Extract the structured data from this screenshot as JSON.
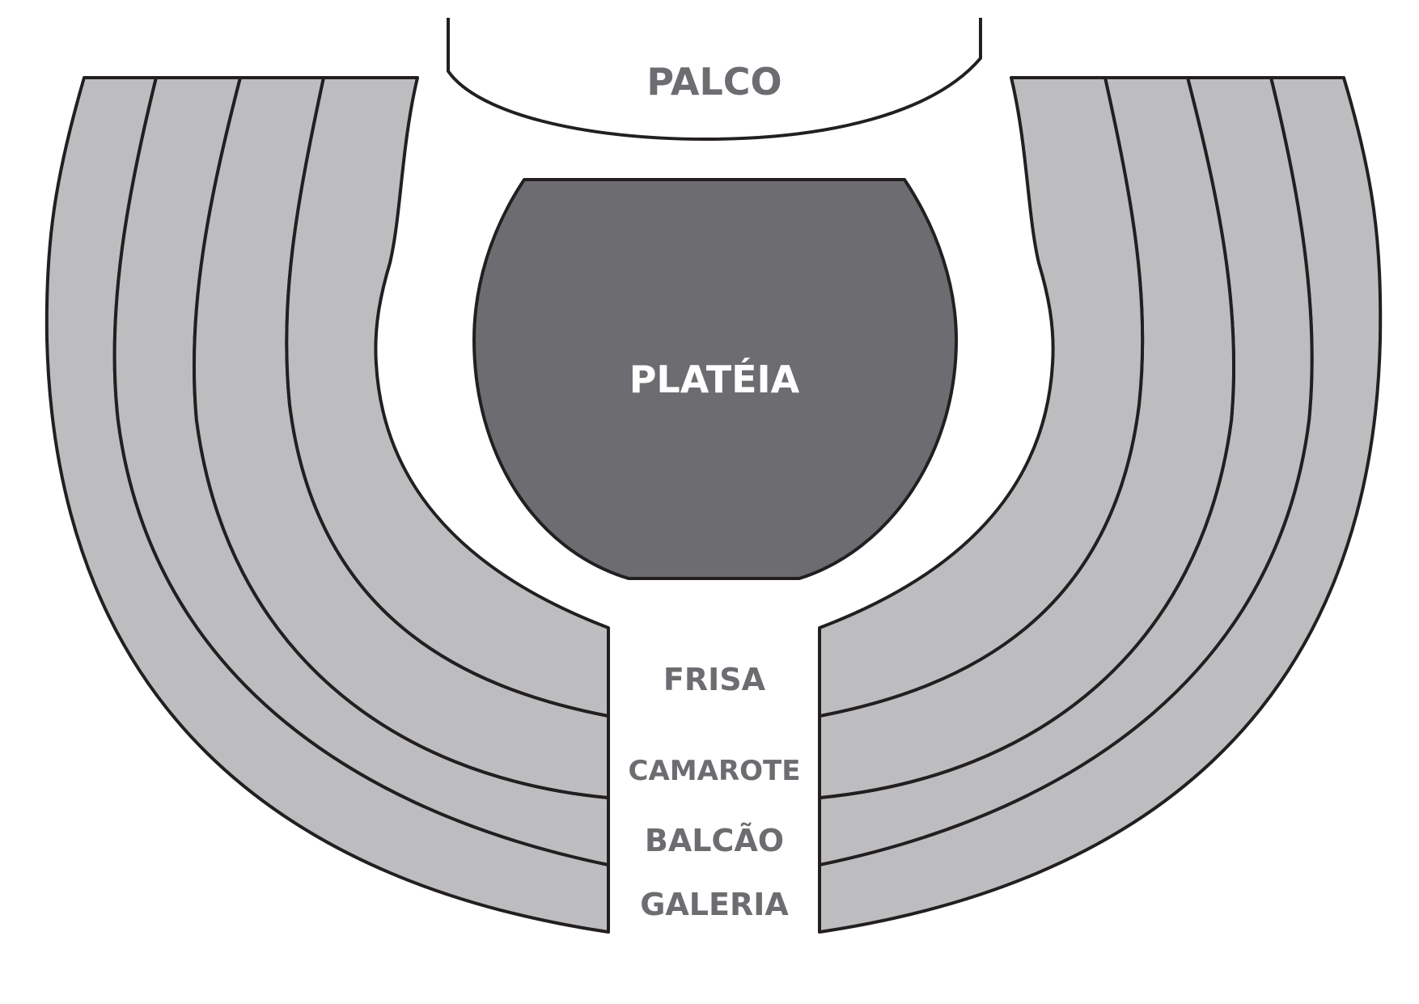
{
  "sections": {
    "palco": "PALCO",
    "plateia": "PLATÉIA",
    "frisa": "FRISA",
    "camarote": "CAMAROTE",
    "balcao": "BALCÃO",
    "galeria": "GALERIA"
  },
  "colors": {
    "tier_fill": "#bdbdc0",
    "plateia_fill": "#6d6d71",
    "label_gray": "#6d6d71",
    "outline": "#231f20"
  }
}
